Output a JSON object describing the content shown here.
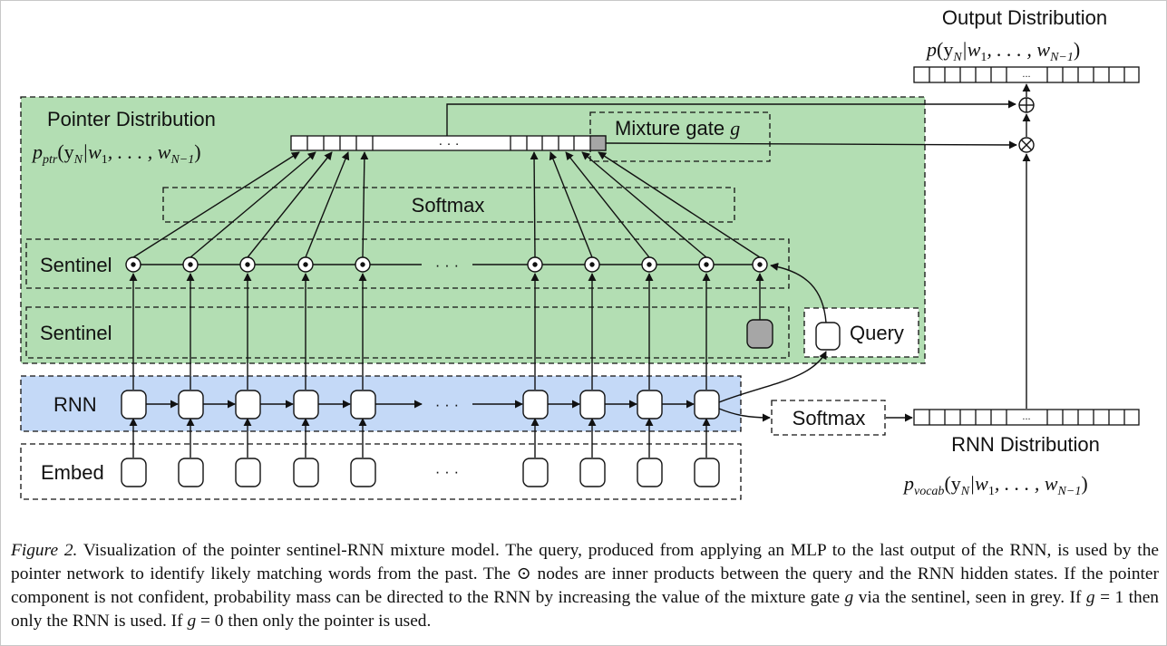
{
  "labels": {
    "pointer_distribution": "Pointer Distribution",
    "pointer_formula": {
      "p": "p",
      "sub": "ptr",
      "args": "(y",
      "args_sub": "N",
      "mid": "|w",
      "w1_sub": "1",
      "rest": ", . . . , w",
      "last_sub": "N−1",
      "close": ")"
    },
    "mixture_gate": "Mixture gate",
    "mixture_gate_var": "g",
    "softmax_top": "Softmax",
    "sentinel_top": "Sentinel",
    "sentinel_bottom": "Sentinel",
    "query": "Query",
    "rnn": "RNN",
    "embed": "Embed",
    "softmax_right": "Softmax",
    "output_distribution": "Output Distribution",
    "output_formula": {
      "p": "p",
      "args": "(y",
      "args_sub": "N",
      "mid": "|w",
      "w1_sub": "1",
      "rest": ", . . . , w",
      "last_sub": "N−1",
      "close": ")"
    },
    "rnn_distribution": "RNN Distribution",
    "rnn_formula": {
      "p": "p",
      "sub": "vocab",
      "args": "(y",
      "args_sub": "N",
      "mid": "|w",
      "w1_sub": "1",
      "rest": ", . . . , w",
      "last_sub": "N−1",
      "close": ")"
    },
    "ellipsis": "· · ·",
    "bar_ellipsis": "· · ·",
    "vec_ellipsis": "...",
    "plus_symbol": "⊕",
    "times_symbol": "⊗"
  },
  "colors": {
    "pointer_region": "#b3deb3",
    "rnn_region": "#c4d9f7",
    "sentinel_node": "#a6a6a6",
    "gate_cell": "#a6a6a6",
    "stroke": "#111111"
  },
  "caption": {
    "figure_label": "Figure 2.",
    "part1": " Visualization of the pointer sentinel-RNN mixture model. The query, produced from applying an MLP to the last output of the RNN, is used by the pointer network to identify likely matching words from the past. The ",
    "odot": "⊙",
    "part2": " nodes are inner products between the query and the RNN hidden states. If the pointer component is not confident, probability mass can be directed to the RNN by increasing the value of the mixture gate ",
    "g1": "g",
    "part3": " via the sentinel, seen in grey. If ",
    "g2": "g",
    "part4": " = 1 then only the RNN is used. If ",
    "g3": "g",
    "part5": " = 0 then only the pointer is used."
  }
}
